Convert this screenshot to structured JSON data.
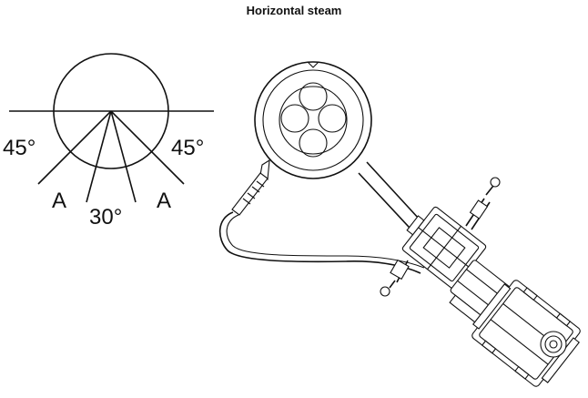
{
  "title": "Horizontal steam",
  "angle_diagram": {
    "left_angle": "45°",
    "right_angle": "45°",
    "center_angle": "30°",
    "left_zone": "A",
    "right_zone": "A"
  },
  "illustration": {
    "icon": "steam-flowmeter-transmitter-drawing"
  }
}
